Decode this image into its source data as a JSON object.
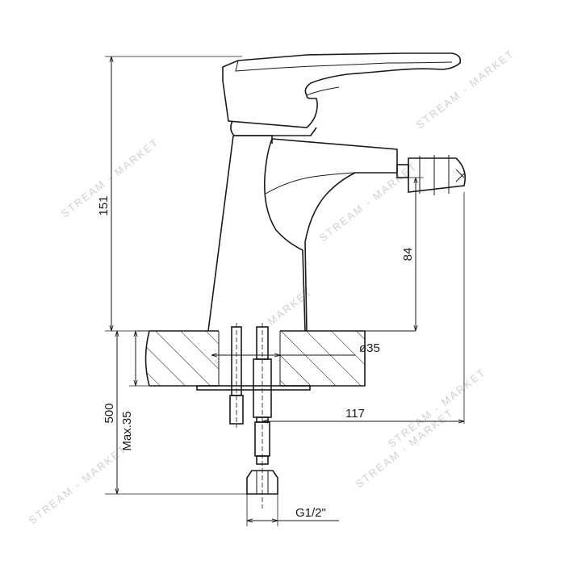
{
  "dimensions": {
    "total_height": "151",
    "spray_height": "84",
    "hole_diameter": "ø35",
    "reach": "117",
    "hose_length": "500",
    "max_thickness": "Max.35",
    "thread": "G1/2\""
  },
  "watermark": {
    "text": "STREAM - MARKET",
    "color": "#d0d0d0"
  },
  "colors": {
    "line": "#1a1a1a",
    "background": "#ffffff"
  }
}
